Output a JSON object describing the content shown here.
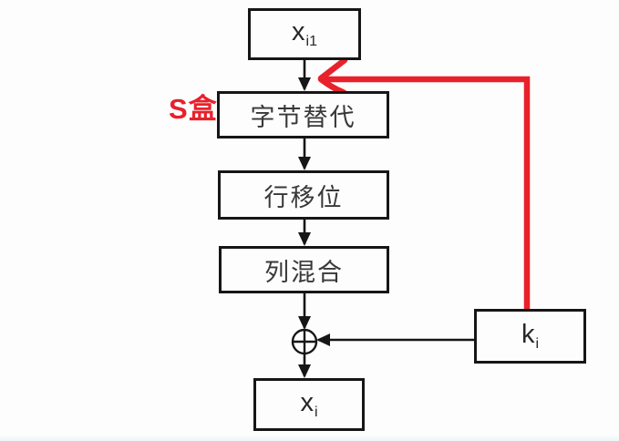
{
  "diagram": {
    "nodes": {
      "input_state": {
        "main": "x",
        "sub": "i1"
      },
      "byte_substitution": {
        "label": "字节替代"
      },
      "row_shift": {
        "label": "行移位"
      },
      "column_mix": {
        "label": "列混合"
      },
      "round_key": {
        "main": "k",
        "sub": "i"
      },
      "output_state": {
        "main": "x",
        "sub": "i"
      }
    },
    "operator": {
      "xor_symbol": "⊕"
    },
    "annotation": {
      "s_box_label": "S盒"
    },
    "colors": {
      "line_color": "#161616",
      "highlight_color": "#e8212b",
      "background": "#fdfdfd",
      "footer_strip": "#eef4f6"
    }
  }
}
